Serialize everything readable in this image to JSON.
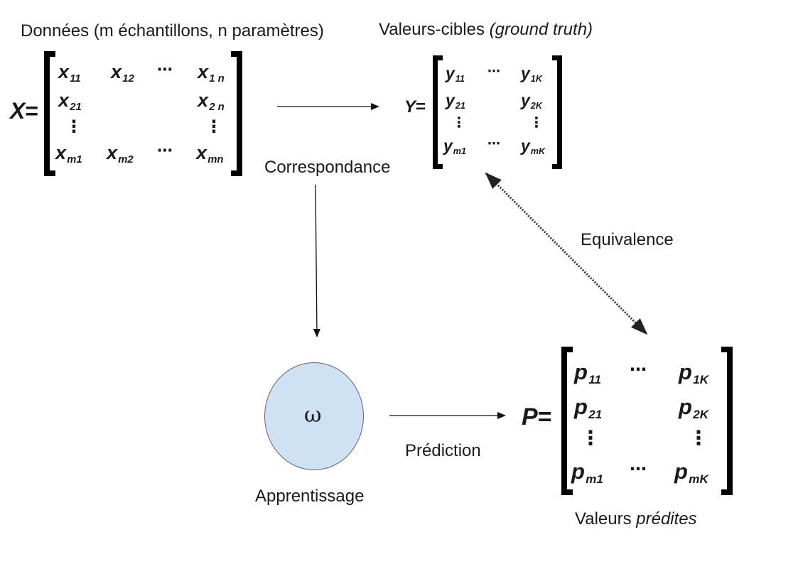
{
  "labels": {
    "data_title": "Données (m échantillons, n paramètres)",
    "target_title_plain": "Valeurs-cibles ",
    "target_title_italic": "(ground truth)",
    "correspondance": "Correspondance",
    "equivalence": "Equivalence",
    "prediction": "Prédiction",
    "learning": "Apprentissage",
    "predicted_plain": "Valeurs ",
    "predicted_italic": "prédites",
    "omega": "ω"
  },
  "matrix_x": {
    "name": "X",
    "eq": "=",
    "r1": {
      "c1b": "x",
      "c1s": "11",
      "c2b": "x",
      "c2s": "12",
      "c4b": "x",
      "c4s": "1 n"
    },
    "r2": {
      "c1b": "x",
      "c1s": "21",
      "c4b": "x",
      "c4s": "2 n"
    },
    "r4": {
      "c1b": "x",
      "c1s": "m1",
      "c2b": "x",
      "c2s": "m2",
      "c4b": "x",
      "c4s": "mn"
    },
    "hdots": "⋯",
    "vdots": "⋮"
  },
  "matrix_y": {
    "name": "Y",
    "eq": "=",
    "r1": {
      "c1b": "y",
      "c1s": "11",
      "c3b": "y",
      "c3s": "1K"
    },
    "r2": {
      "c1b": "y",
      "c1s": "21",
      "c3b": "y",
      "c3s": "2K"
    },
    "r4": {
      "c1b": "y",
      "c1s": "m1",
      "c3b": "y",
      "c3s": "mK"
    },
    "hdots": "⋯",
    "vdots": "⋮"
  },
  "matrix_p": {
    "name": "P",
    "eq": "=",
    "r1": {
      "c1b": "p",
      "c1s": "11",
      "c3b": "p",
      "c3s": "1K"
    },
    "r2": {
      "c1b": "p",
      "c1s": "21",
      "c3b": "p",
      "c3s": "2K"
    },
    "r4": {
      "c1b": "p",
      "c1s": "m1",
      "c3b": "p",
      "c3s": "mK"
    },
    "hdots": "⋯",
    "vdots": "⋮"
  }
}
